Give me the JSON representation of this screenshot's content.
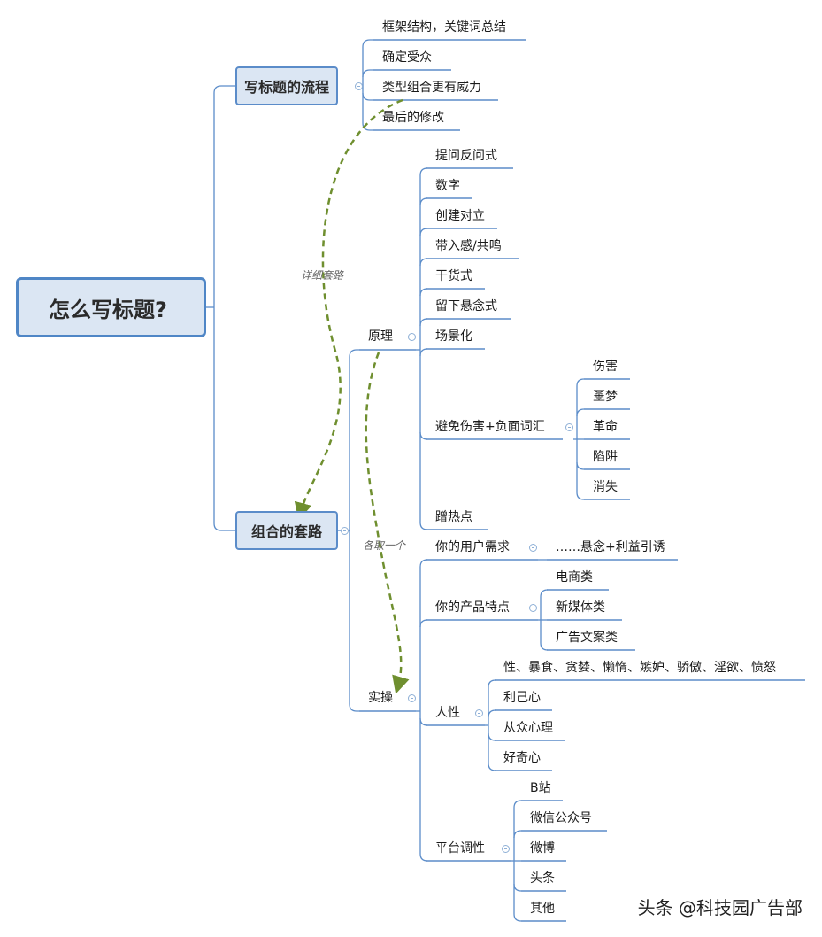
{
  "root": "怎么写标题?",
  "flow": {
    "title": "写标题的流程",
    "items": [
      "框架结构，关键词总结",
      "确定受众",
      "类型组合更有威力",
      "最后的修改"
    ]
  },
  "combo": {
    "title": "组合的套路",
    "principle": {
      "label": "原理",
      "items": [
        "提问反问式",
        "数字",
        "创建对立",
        "带入感/共鸣",
        "干货式",
        "留下悬念式",
        "场景化"
      ],
      "avoid": {
        "label": "避免伤害+负面词汇",
        "items": [
          "伤害",
          "噩梦",
          "革命",
          "陷阱",
          "消失"
        ]
      },
      "hot": "蹭热点"
    },
    "practice": {
      "label": "实操",
      "user_need": {
        "label": "你的用户需求",
        "child": "……悬念+利益引诱"
      },
      "product": {
        "label": "你的产品特点",
        "items": [
          "电商类",
          "新媒体类",
          "广告文案类"
        ]
      },
      "human": {
        "label": "人性",
        "items": [
          "性、暴食、贪婪、懒惰、嫉妒、骄傲、淫欲、愤怒",
          "利己心",
          "从众心理",
          "好奇心"
        ]
      },
      "platform": {
        "label": "平台调性",
        "items": [
          "B站",
          "微信公众号",
          "微博",
          "头条",
          "其他"
        ]
      }
    }
  },
  "arrows": {
    "detail": "详细套路",
    "pick_one": "各取一个"
  },
  "watermark": "头条 @科技园广告部",
  "colors": {
    "line": "#5b8cc9",
    "arrow": "#6f8f2f",
    "box_fill": "#dbe6f3"
  }
}
